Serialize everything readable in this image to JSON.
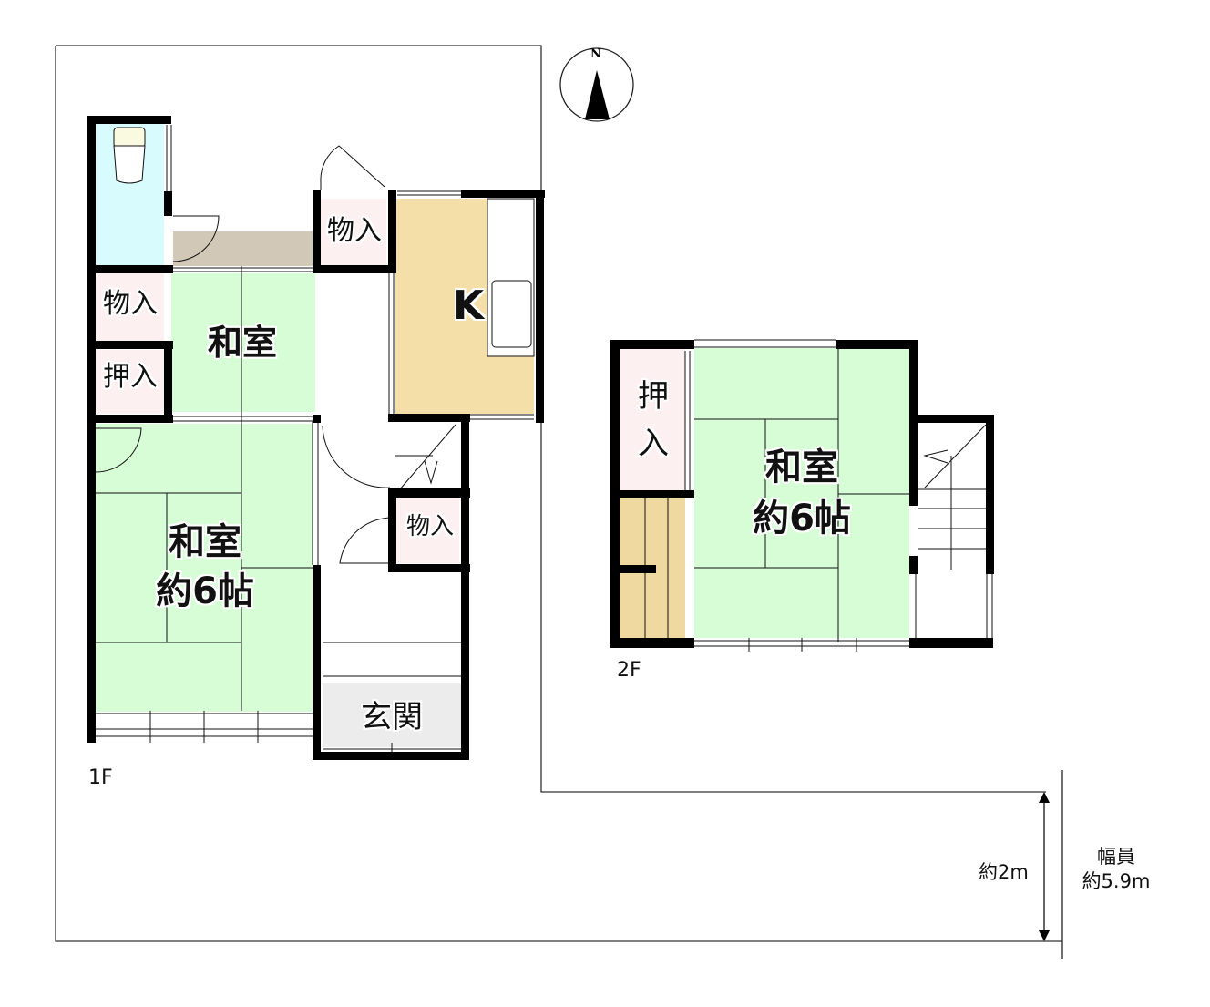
{
  "plan": {
    "floors": [
      {
        "id": "1F",
        "label": "1F",
        "rooms": [
          {
            "key": "washitsu_small",
            "label": "和室"
          },
          {
            "key": "washitsu_main",
            "label_line1": "和室",
            "label_line2": "約6帖"
          },
          {
            "key": "kitchen",
            "label": "K"
          },
          {
            "key": "storage_top",
            "label": "物入"
          },
          {
            "key": "storage_left",
            "label": "物入"
          },
          {
            "key": "closet_left",
            "label": "押入"
          },
          {
            "key": "storage_hall",
            "label": "物入"
          },
          {
            "key": "entrance",
            "label": "玄関"
          }
        ]
      },
      {
        "id": "2F",
        "label": "2F",
        "rooms": [
          {
            "key": "washitsu_2f",
            "label_line1": "和室",
            "label_line2": "約6帖"
          },
          {
            "key": "closet_2f",
            "label_line1": "押",
            "label_line2": "入"
          }
        ]
      }
    ],
    "compass": {
      "letter": "N"
    },
    "site": {
      "setback_label": "約2m",
      "road_label_line1": "幅員",
      "road_label_line2": "約5.9m"
    },
    "colors": {
      "tatami": "#d6fdd6",
      "storage": "#fdf0f0",
      "toilet": "#d8fbfd",
      "kitchen": "#f5dfa8",
      "hall_floor": "#d2c8b8",
      "entrance": "#ececec",
      "wall": "#000000"
    }
  }
}
